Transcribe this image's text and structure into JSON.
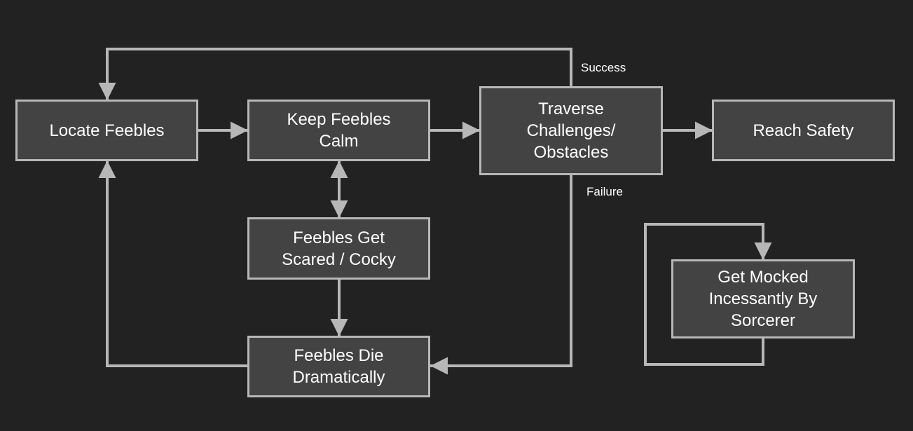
{
  "nodes": {
    "locate": "Locate Feebles",
    "calm_line1": "Keep Feebles",
    "calm_line2": "Calm",
    "traverse_line1": "Traverse",
    "traverse_line2": "Challenges/",
    "traverse_line3": "Obstacles",
    "reach": "Reach Safety",
    "scared_line1": "Feebles Get",
    "scared_line2": "Scared / Cocky",
    "die_line1": "Feebles Die",
    "die_line2": "Dramatically",
    "mocked_line1": "Get Mocked",
    "mocked_line2": "Incessantly By",
    "mocked_line3": "Sorcerer"
  },
  "edge_labels": {
    "success": "Success",
    "failure": "Failure"
  },
  "colors": {
    "background": "#222222",
    "node_fill": "#434343",
    "node_border": "#b7b7b7",
    "edge": "#b7b7b7",
    "text": "#ffffff"
  }
}
